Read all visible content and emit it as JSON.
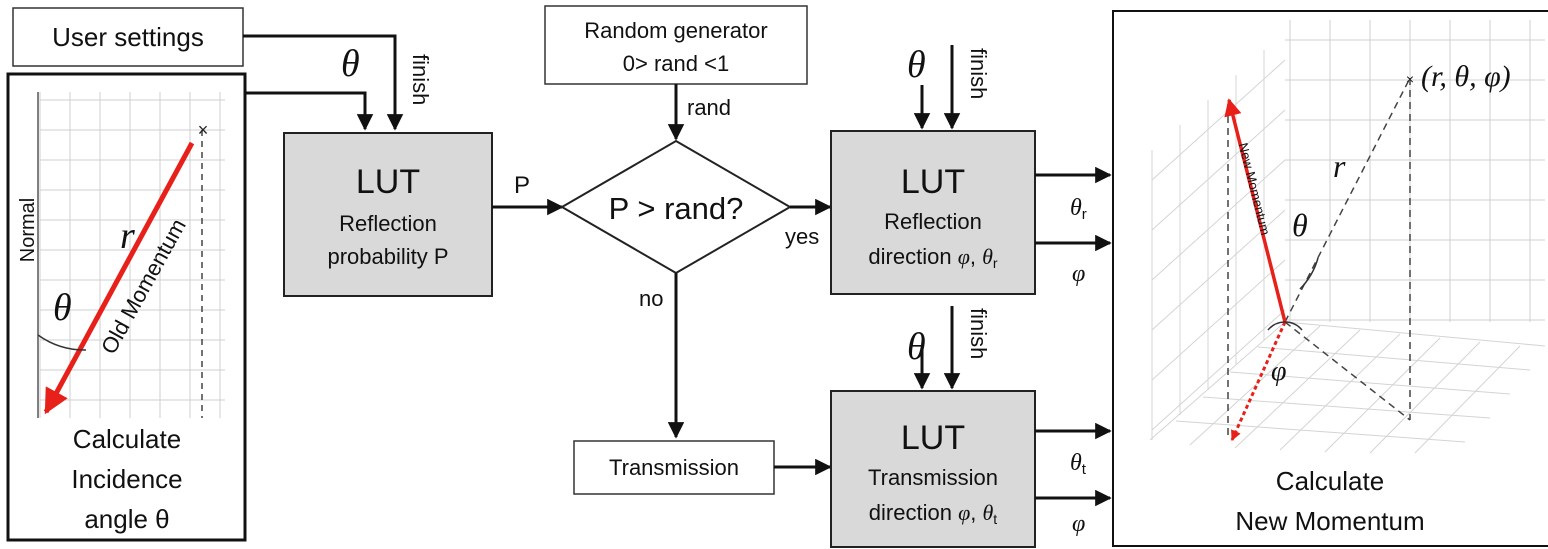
{
  "user_settings": "User settings",
  "left_panel": {
    "normal": "Normal",
    "r": "r",
    "old_momentum": "Old Momentum",
    "theta": "θ",
    "caption": [
      "Calculate",
      "Incidence",
      "angle θ"
    ]
  },
  "inputs": {
    "theta": "θ",
    "finish": "finish",
    "rand": "rand",
    "P": "P",
    "yes": "yes",
    "no": "no"
  },
  "random_generator": {
    "line1": "Random generator",
    "line2": "0> rand <1"
  },
  "lut_reflection_prob": {
    "title": "LUT",
    "line1": "Reflection",
    "line2": "probability P"
  },
  "decision": "P > rand?",
  "lut_reflection_dir": {
    "title": "LUT",
    "line1": "Reflection",
    "line2_prefix": "direction ",
    "phi": "φ",
    "sep": ", ",
    "theta": "θ",
    "sub": "r"
  },
  "lut_transmission_dir": {
    "title": "LUT",
    "line1": "Transmission",
    "line2_prefix": "direction ",
    "phi": "φ",
    "sep": ", ",
    "theta": "θ",
    "sub": "t"
  },
  "transmission": "Transmission",
  "outputs": {
    "theta": "θ",
    "sub_r": "r",
    "sub_t": "t",
    "phi": "φ"
  },
  "right_panel": {
    "coord": "(r, θ, φ)",
    "r": "r",
    "new_momentum": "New Momentum",
    "theta": "θ",
    "phi": "φ",
    "caption": [
      "Calculate",
      "New Momentum"
    ]
  },
  "colors": {
    "red": "#e8201a",
    "box_fill": "#d9d9d9",
    "line": "#111111",
    "grid": "#c9c9c9"
  }
}
